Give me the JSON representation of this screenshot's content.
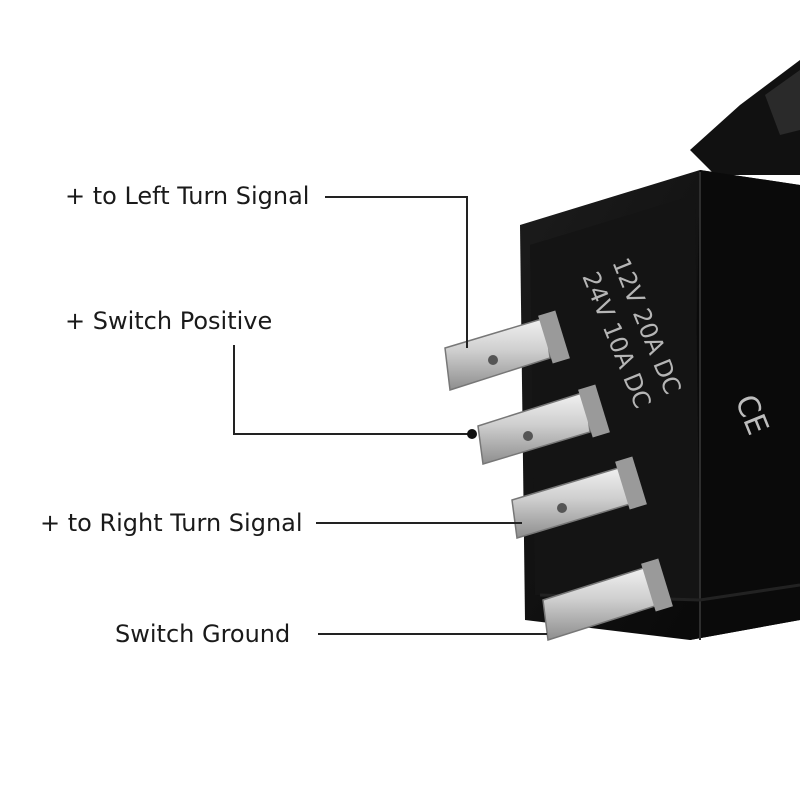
{
  "labels": {
    "left_turn": "+ to Left Turn Signal",
    "switch_positive": "+ Switch Positive",
    "right_turn": "+ to Right Turn Signal",
    "switch_ground": "Switch Ground"
  },
  "rating": {
    "line1": "12V  20A  DC",
    "line2": "24V  10A  DC"
  },
  "ce_mark": "CE",
  "colors": {
    "text": "#1a1a1a",
    "leader_line": "#222222",
    "housing": "#0d0d0d",
    "terminal": "#c9c9c9"
  }
}
